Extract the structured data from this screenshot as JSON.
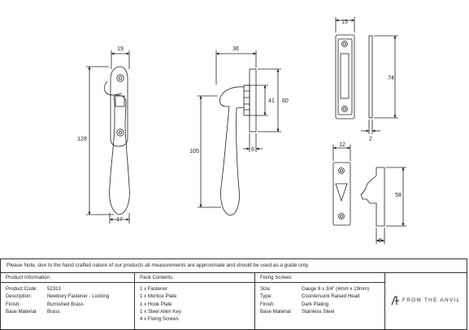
{
  "drawing": {
    "fastener_front": {
      "width_top": "19",
      "height": "128",
      "width_bottom": "17"
    },
    "fastener_side": {
      "projection": "36",
      "plate_inner": "41",
      "plate_height": "60",
      "lever_length": "105",
      "plate_depth": "6"
    },
    "mortice_plate": {
      "width": "15",
      "height": "74",
      "thickness": "2"
    },
    "hook_plate": {
      "width": "12",
      "height": "58",
      "projection": "5"
    }
  },
  "note": "Please Note, due to the hand crafted nature of our products all measurements are approximate and should be used as a guide only.",
  "product_info": {
    "header": "Product Information",
    "rows": [
      {
        "label": "Product Code:",
        "value": "52313"
      },
      {
        "label": "Description:",
        "value": "Newbury Fastener - Locking"
      },
      {
        "label": "Finish:",
        "value": "Burnished Brass"
      },
      {
        "label": "Base Material:",
        "value": "Brass"
      }
    ]
  },
  "pack_contents": {
    "header": "Pack Contents",
    "items": [
      "1 x Fastener",
      "1 x Mortice Plate",
      "1 x Hook Plate",
      "1 x Steel Allen Key",
      "4 x Fixing Screws"
    ]
  },
  "fixing_screws": {
    "header": "Fixing Screws",
    "rows": [
      {
        "label": "Size:",
        "value": "Gauge 8 x 3/4\" (4mm x 19mm)"
      },
      {
        "label": "Type:",
        "value": "Countersunk Raised Head"
      },
      {
        "label": "Finish:",
        "value": "Dark Plating"
      },
      {
        "label": "Base Material:",
        "value": "Stainless Steel"
      }
    ]
  },
  "brand": {
    "name": "FROM THE ANVIL",
    "icon": "anvil-logo-icon"
  }
}
